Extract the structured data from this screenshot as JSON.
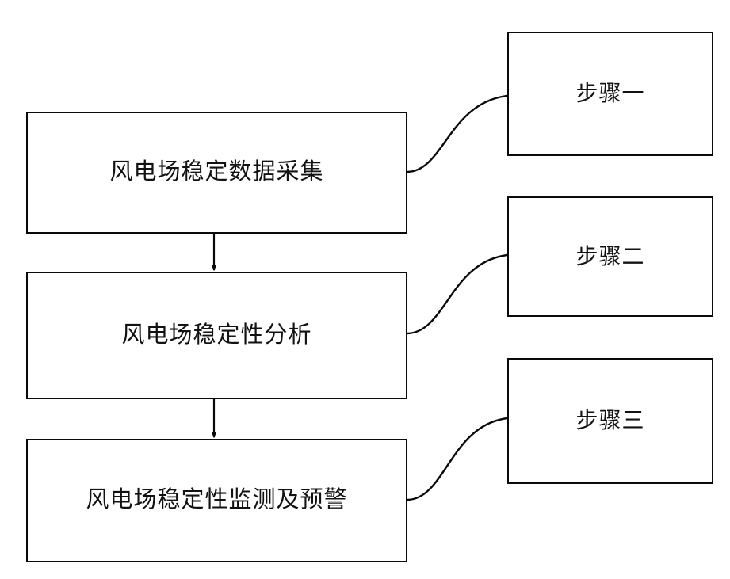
{
  "diagram": {
    "type": "flowchart",
    "title": "",
    "colors": {
      "stroke": "#0a0a0a",
      "text": "#121212",
      "background": "#ffffff"
    },
    "process_nodes": [
      {
        "id": "process-1",
        "label": "风电场稳定数据采集"
      },
      {
        "id": "process-2",
        "label": "风电场稳定性分析"
      },
      {
        "id": "process-3",
        "label": "风电场稳定性监测及预警"
      }
    ],
    "step_nodes": [
      {
        "id": "step-1",
        "label": "步骤一"
      },
      {
        "id": "step-2",
        "label": "步骤二"
      },
      {
        "id": "step-3",
        "label": "步骤三"
      }
    ],
    "flow_arrows": [
      {
        "from": "process-1",
        "to": "process-2",
        "style": "arrow-down"
      },
      {
        "from": "process-2",
        "to": "process-3",
        "style": "arrow-down"
      }
    ],
    "leader_lines": [
      {
        "from": "process-1",
        "to": "step-1",
        "style": "s-curve"
      },
      {
        "from": "process-2",
        "to": "step-2",
        "style": "s-curve"
      },
      {
        "from": "process-3",
        "to": "step-3",
        "style": "s-curve"
      }
    ]
  }
}
